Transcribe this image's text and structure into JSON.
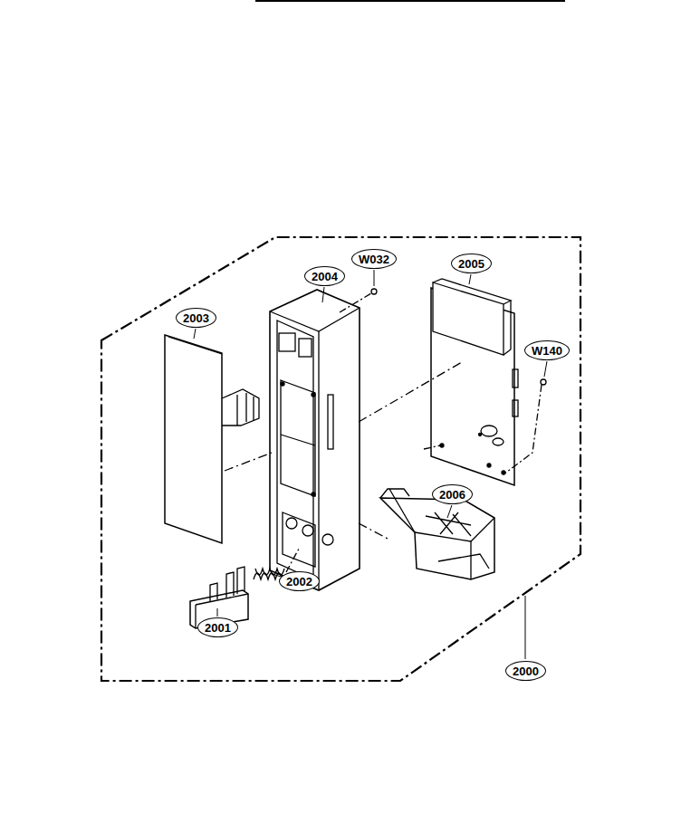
{
  "diagram": {
    "nodes": [
      {
        "text": [
          "2003"
        ]
      },
      {
        "text": [
          "2004"
        ]
      },
      {
        "text": [
          "W032"
        ]
      },
      {
        "text": [
          "2005"
        ]
      },
      {
        "text": [
          "W140"
        ]
      },
      {
        "text": [
          "2006"
        ]
      },
      {
        "text": [
          "2002"
        ]
      },
      {
        "text": [
          "2001"
        ]
      },
      {
        "text": [
          "2000"
        ]
      }
    ]
  }
}
